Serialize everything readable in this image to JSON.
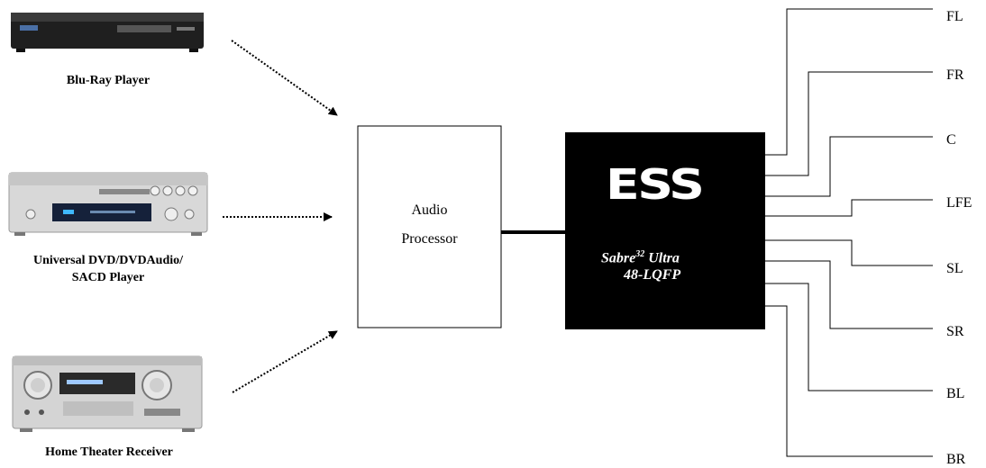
{
  "sources": [
    {
      "id": "bluray",
      "label": "Blu-Ray Player",
      "icon": "blu-ray-player-icon"
    },
    {
      "id": "dvd",
      "label_lines": [
        "Universal DVD/DVDAudio/",
        "SACD Player"
      ],
      "icon": "dvd-player-icon"
    },
    {
      "id": "receiver",
      "label": "Home Theater Receiver",
      "icon": "home-theater-receiver-icon"
    }
  ],
  "processor": {
    "line1": "Audio",
    "line2": "Processor"
  },
  "chip": {
    "logo": "ESS",
    "name": "Sabre",
    "superscript": "32",
    "name_suffix": " Ultra",
    "package": "48-LQFP",
    "fill": "#000000"
  },
  "outputs": [
    "FL",
    "FR",
    "C",
    "LFE",
    "SL",
    "SR",
    "BL",
    "BR"
  ],
  "colors": {
    "line": "#000000",
    "background": "#ffffff"
  }
}
